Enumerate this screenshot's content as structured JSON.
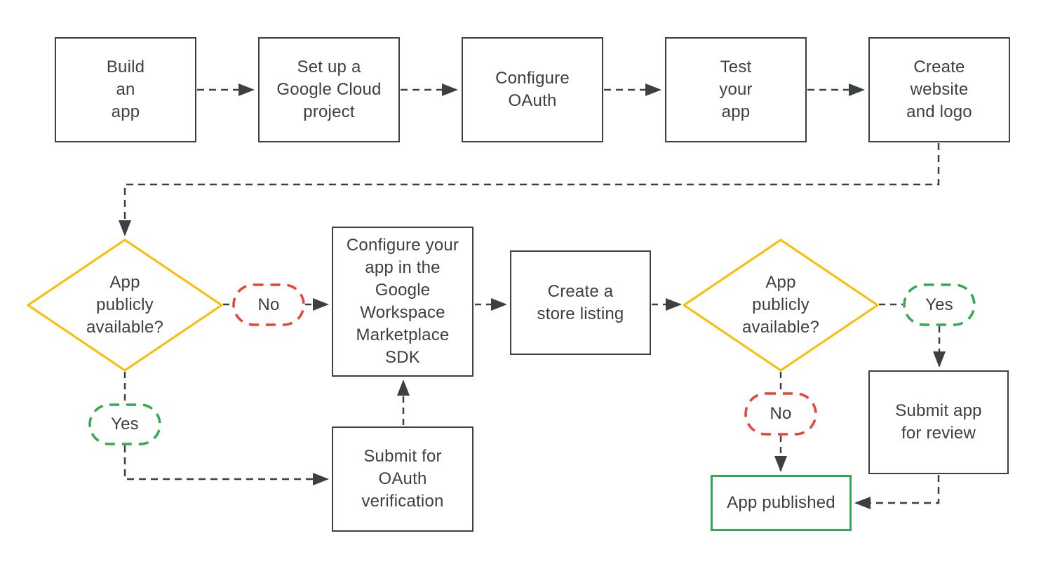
{
  "diagram": {
    "type": "flowchart",
    "colors": {
      "line": "#3c4043",
      "text": "#3c4043",
      "process_border": "#3c4043",
      "decision_border": "#fbbc04",
      "no_badge_border": "#ea4335",
      "yes_badge_border": "#34a853",
      "published_border": "#34a853",
      "background": "#ffffff"
    },
    "nodes": {
      "build_app": {
        "type": "process",
        "label": "Build\nan\napp"
      },
      "setup_gcp": {
        "type": "process",
        "label": "Set up a\nGoogle Cloud\nproject"
      },
      "configure_oauth": {
        "type": "process",
        "label": "Configure\nOAuth"
      },
      "test_app": {
        "type": "process",
        "label": "Test\nyour\napp"
      },
      "create_website": {
        "type": "process",
        "label": "Create\nwebsite\nand logo"
      },
      "decision_public_1": {
        "type": "decision",
        "label": "App\npublicly\navailable?"
      },
      "no_1": {
        "type": "answer-badge",
        "label": "No"
      },
      "configure_sdk": {
        "type": "process",
        "label": "Configure your\napp in the\nGoogle\nWorkspace\nMarketplace\nSDK"
      },
      "store_listing": {
        "type": "process",
        "label": "Create a\nstore listing"
      },
      "decision_public_2": {
        "type": "decision",
        "label": "App\npublicly\navailable?"
      },
      "yes_1": {
        "type": "answer-badge",
        "label": "Yes"
      },
      "yes_2": {
        "type": "answer-badge",
        "label": "Yes"
      },
      "submit_oauth": {
        "type": "process",
        "label": "Submit for\nOAuth\nverification"
      },
      "submit_review": {
        "type": "process",
        "label": "Submit app\nfor review"
      },
      "no_2": {
        "type": "answer-badge",
        "label": "No"
      },
      "app_published": {
        "type": "end",
        "label": "App published"
      }
    },
    "edges": [
      {
        "from": "build_app",
        "to": "setup_gcp"
      },
      {
        "from": "setup_gcp",
        "to": "configure_oauth"
      },
      {
        "from": "configure_oauth",
        "to": "test_app"
      },
      {
        "from": "test_app",
        "to": "create_website"
      },
      {
        "from": "create_website",
        "to": "decision_public_1"
      },
      {
        "from": "decision_public_1",
        "via": "no_1",
        "to": "configure_sdk"
      },
      {
        "from": "decision_public_1",
        "via": "yes_1",
        "to": "submit_oauth"
      },
      {
        "from": "submit_oauth",
        "to": "configure_sdk"
      },
      {
        "from": "configure_sdk",
        "to": "store_listing"
      },
      {
        "from": "store_listing",
        "to": "decision_public_2"
      },
      {
        "from": "decision_public_2",
        "via": "yes_2",
        "to": "submit_review"
      },
      {
        "from": "decision_public_2",
        "via": "no_2",
        "to": "app_published"
      },
      {
        "from": "submit_review",
        "to": "app_published"
      }
    ]
  }
}
